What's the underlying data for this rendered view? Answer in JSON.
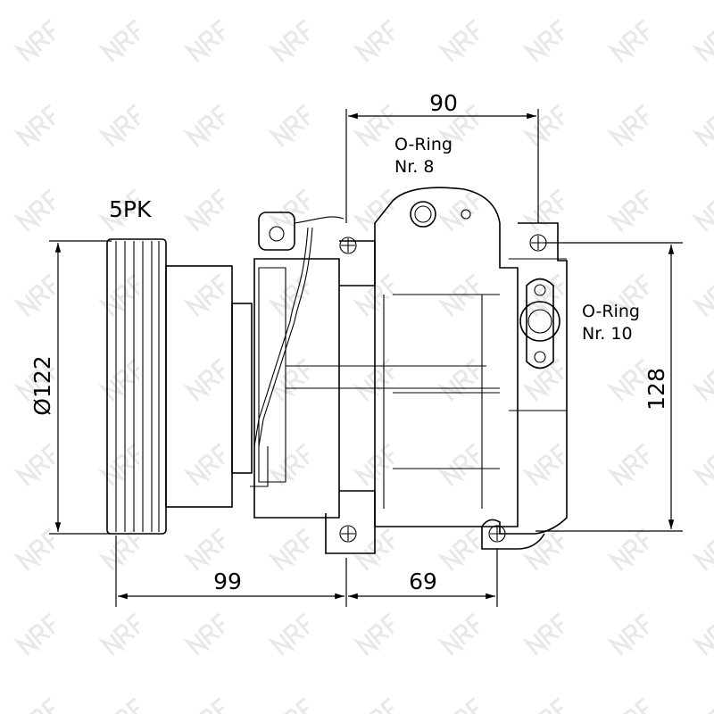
{
  "watermark": "NRF",
  "labels": {
    "top_width": "90",
    "oring_8_line1": "O-Ring",
    "oring_8_line2": "Nr. 8",
    "belt_type": "5PK",
    "pulley_diameter": "Ø122",
    "oring_10_line1": "O-Ring",
    "oring_10_line2": "Nr. 10",
    "height": "128",
    "pulley_offset": "99",
    "mount_spacing": "69"
  }
}
